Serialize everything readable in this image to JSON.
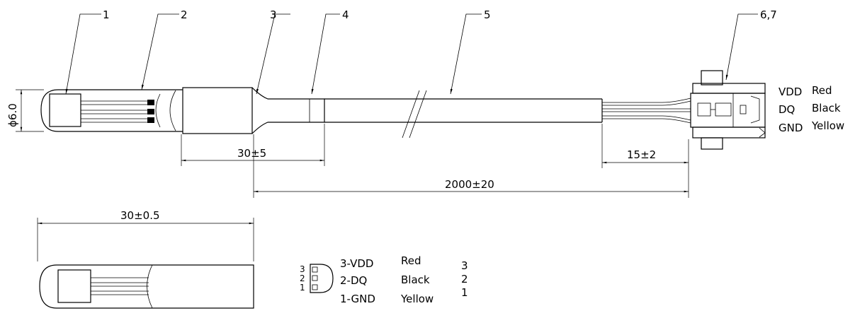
{
  "callouts": [
    "1",
    "2",
    "3",
    "4",
    "5",
    "6,7"
  ],
  "dimensions": {
    "diameter": "ϕ6.0",
    "heatshrink": "30±5",
    "strip": "15±2",
    "total": "2000±20",
    "probe": "30±0.5"
  },
  "connector_wires": [
    {
      "signal": "VDD",
      "color": "Red"
    },
    {
      "signal": "DQ",
      "color": "Black"
    },
    {
      "signal": "GND",
      "color": "Yellow"
    }
  ],
  "pinout": {
    "pin_numbers": [
      "3",
      "2",
      "1"
    ],
    "rows": [
      {
        "label": "3-VDD",
        "color": "Red",
        "num": "3"
      },
      {
        "label": "2-DQ",
        "color": "Black",
        "num": "2"
      },
      {
        "label": "1-GND",
        "color": "Yellow",
        "num": "1"
      }
    ]
  }
}
